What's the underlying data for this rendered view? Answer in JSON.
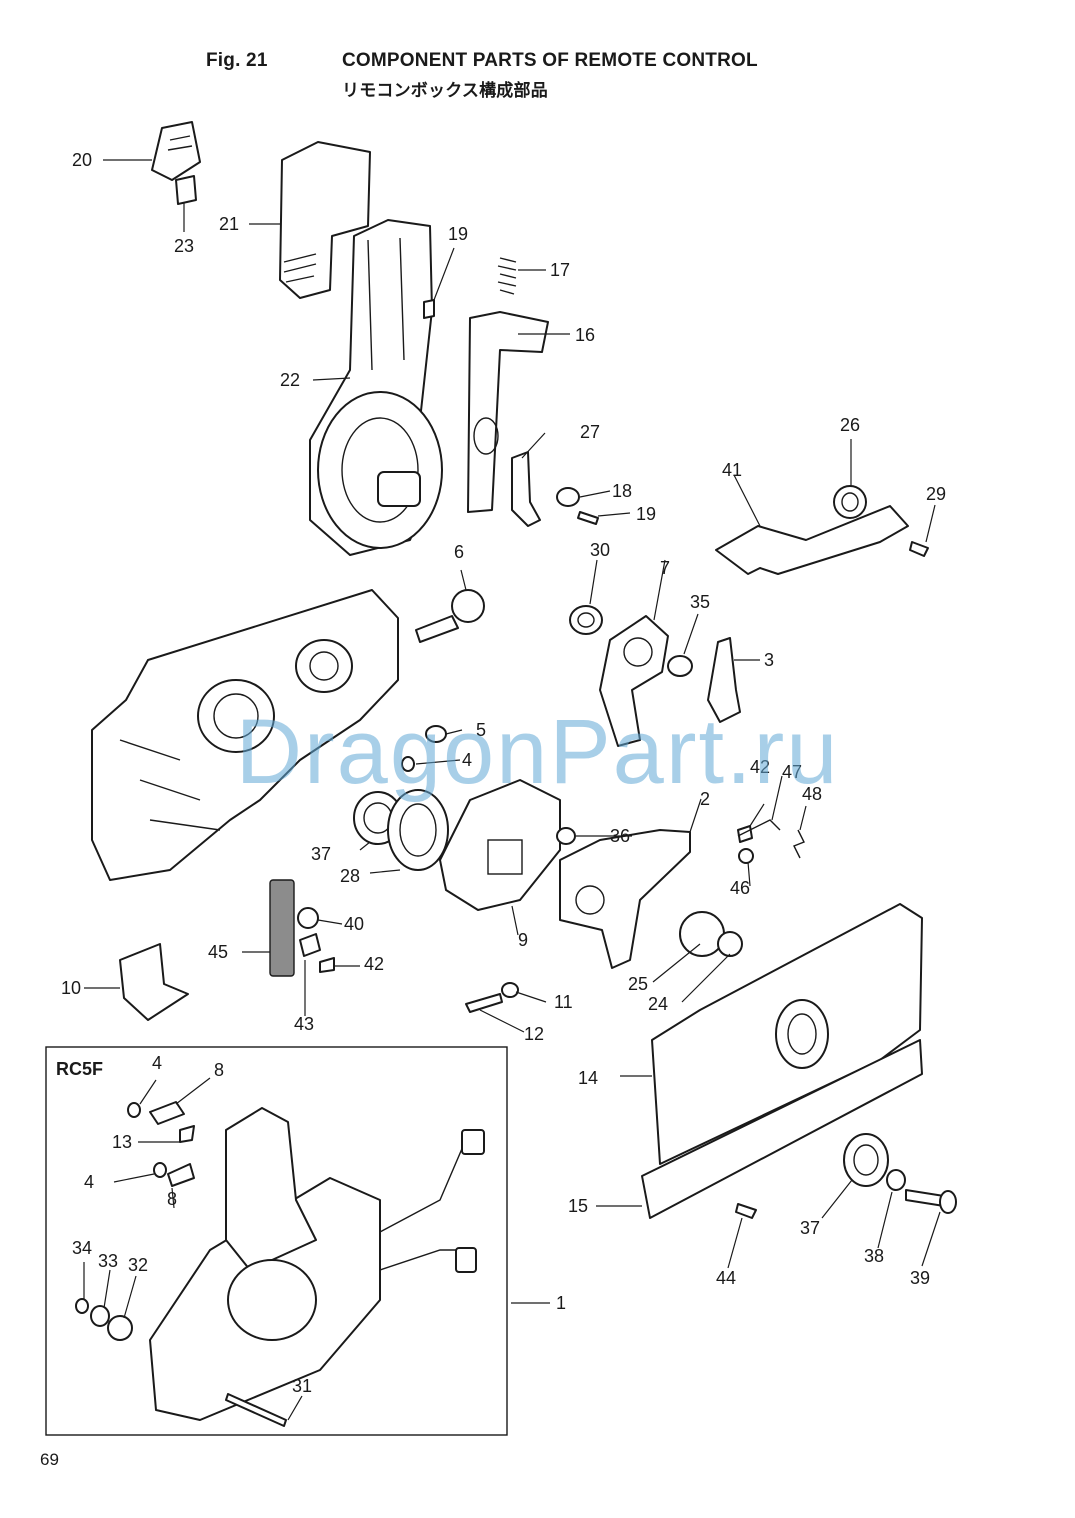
{
  "header": {
    "figure_label": "Fig. 21",
    "title_en": "COMPONENT PARTS OF REMOTE CONTROL",
    "title_jp": "リモコンボックス構成部品"
  },
  "inset": {
    "label": "RC5F"
  },
  "watermark": "DragonPart.ru",
  "page_number": "69",
  "part_callouts": [
    {
      "id": "20",
      "text": "20"
    },
    {
      "id": "21",
      "text": "21"
    },
    {
      "id": "23",
      "text": "23"
    },
    {
      "id": "19a",
      "text": "19"
    },
    {
      "id": "17",
      "text": "17"
    },
    {
      "id": "16",
      "text": "16"
    },
    {
      "id": "22",
      "text": "22"
    },
    {
      "id": "27",
      "text": "27"
    },
    {
      "id": "18",
      "text": "18"
    },
    {
      "id": "19b",
      "text": "19"
    },
    {
      "id": "26",
      "text": "26"
    },
    {
      "id": "41",
      "text": "41"
    },
    {
      "id": "29",
      "text": "29"
    },
    {
      "id": "6",
      "text": "6"
    },
    {
      "id": "30",
      "text": "30"
    },
    {
      "id": "7",
      "text": "7"
    },
    {
      "id": "35",
      "text": "35"
    },
    {
      "id": "3",
      "text": "3"
    },
    {
      "id": "5",
      "text": "5"
    },
    {
      "id": "4a",
      "text": "4"
    },
    {
      "id": "42a",
      "text": "42"
    },
    {
      "id": "47",
      "text": "47"
    },
    {
      "id": "2",
      "text": "2"
    },
    {
      "id": "48",
      "text": "48"
    },
    {
      "id": "36",
      "text": "36"
    },
    {
      "id": "37a",
      "text": "37"
    },
    {
      "id": "28",
      "text": "28"
    },
    {
      "id": "46",
      "text": "46"
    },
    {
      "id": "40",
      "text": "40"
    },
    {
      "id": "9",
      "text": "9"
    },
    {
      "id": "45",
      "text": "45"
    },
    {
      "id": "42b",
      "text": "42"
    },
    {
      "id": "25",
      "text": "25"
    },
    {
      "id": "24",
      "text": "24"
    },
    {
      "id": "10",
      "text": "10"
    },
    {
      "id": "11",
      "text": "11"
    },
    {
      "id": "43",
      "text": "43"
    },
    {
      "id": "12",
      "text": "12"
    },
    {
      "id": "4b",
      "text": "4"
    },
    {
      "id": "8a",
      "text": "8"
    },
    {
      "id": "14",
      "text": "14"
    },
    {
      "id": "13",
      "text": "13"
    },
    {
      "id": "4c",
      "text": "4"
    },
    {
      "id": "8b",
      "text": "8"
    },
    {
      "id": "15",
      "text": "15"
    },
    {
      "id": "34",
      "text": "34"
    },
    {
      "id": "33",
      "text": "33"
    },
    {
      "id": "32",
      "text": "32"
    },
    {
      "id": "1",
      "text": "1"
    },
    {
      "id": "37b",
      "text": "37"
    },
    {
      "id": "38",
      "text": "38"
    },
    {
      "id": "39",
      "text": "39"
    },
    {
      "id": "44",
      "text": "44"
    },
    {
      "id": "31",
      "text": "31"
    }
  ]
}
